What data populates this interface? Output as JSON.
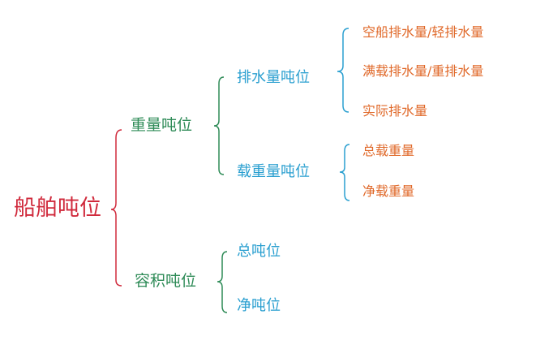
{
  "colors": {
    "level0": "#d02a3c",
    "level1": "#2e8b57",
    "level2": "#2a9fd0",
    "level3": "#e0692a"
  },
  "root": "船舶吨位",
  "level1": [
    "重量吨位",
    "容积吨位"
  ],
  "level2": [
    "排水量吨位",
    "载重量吨位",
    "总吨位",
    "净吨位"
  ],
  "level3": [
    "空船排水量/轻排水量",
    "满载排水量/重排水量",
    "实际排水量",
    "总载重量",
    "净载重量"
  ]
}
